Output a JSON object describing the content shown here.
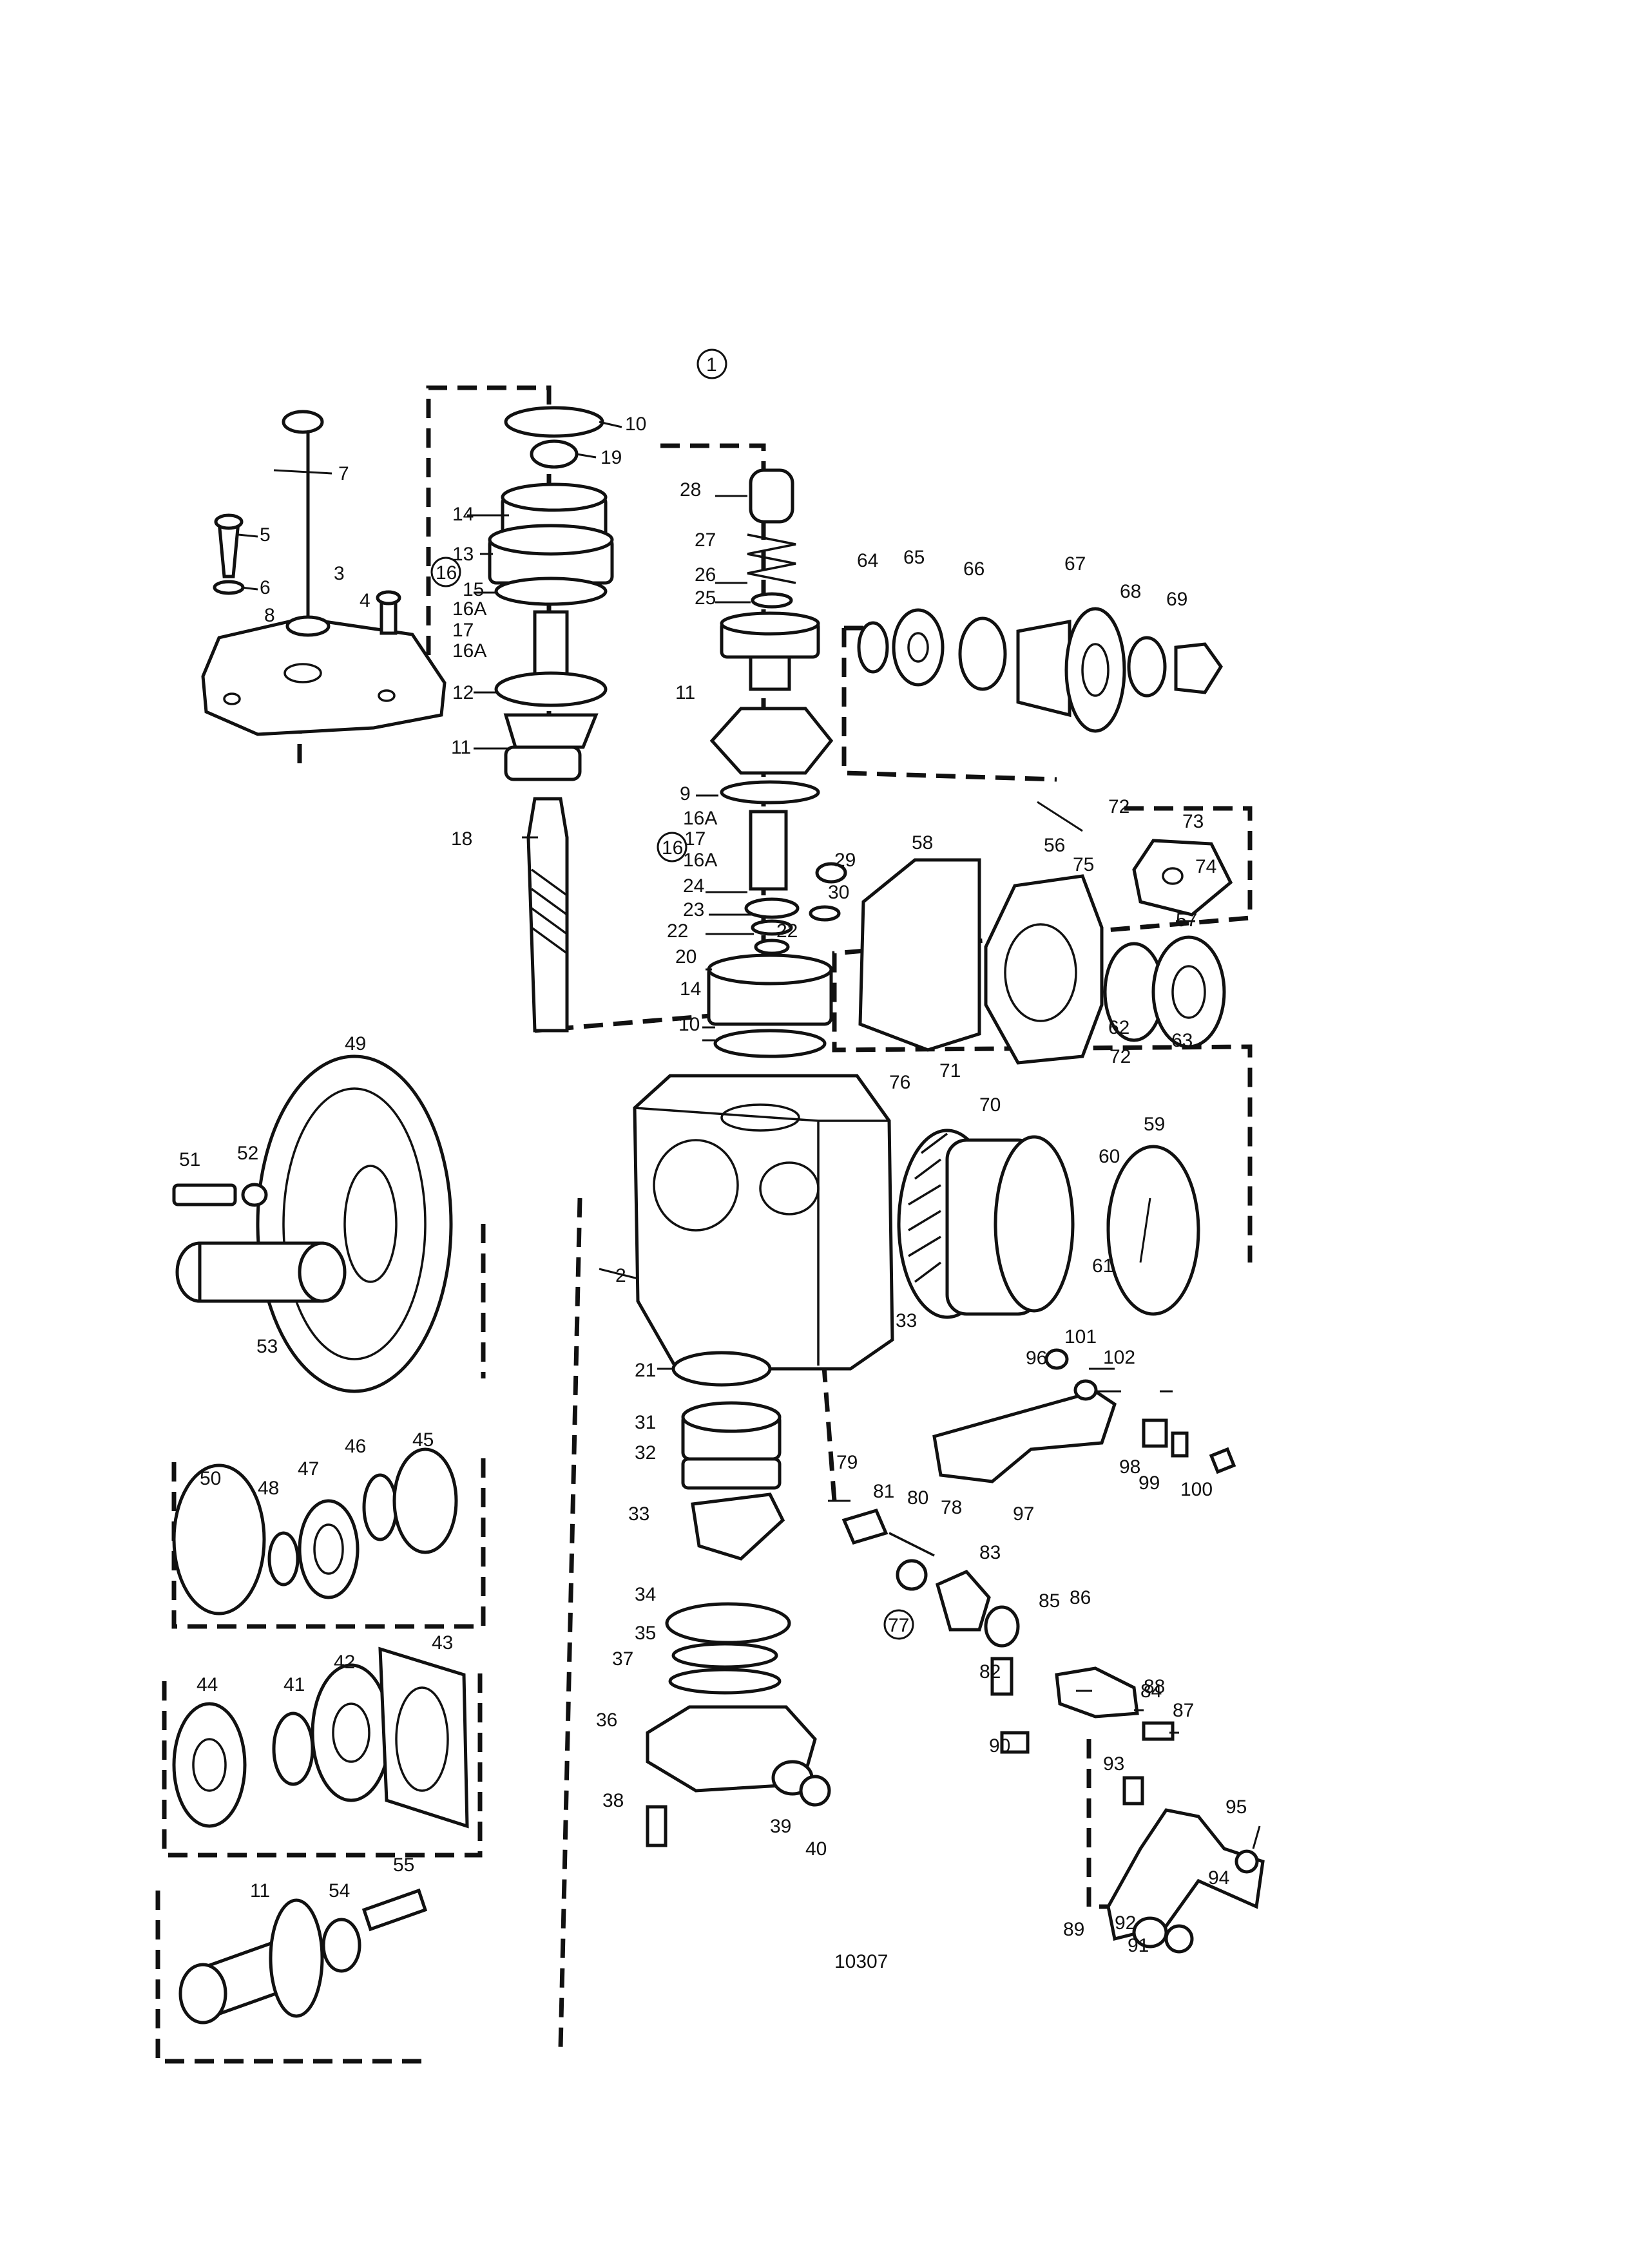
{
  "drawing": {
    "title_ref": "1",
    "drawing_number": "10307",
    "callouts": [
      "1",
      "2",
      "3",
      "4",
      "5",
      "6",
      "7",
      "8",
      "9",
      "10",
      "10",
      "11",
      "11",
      "11",
      "12",
      "13",
      "14",
      "14",
      "15",
      "16",
      "16",
      "16A",
      "16A",
      "16A",
      "16A",
      "17",
      "17",
      "18",
      "19",
      "20",
      "21",
      "22",
      "22",
      "23",
      "24",
      "25",
      "26",
      "27",
      "28",
      "29",
      "30",
      "31",
      "32",
      "33",
      "33",
      "34",
      "35",
      "36",
      "37",
      "38",
      "39",
      "40",
      "41",
      "42",
      "43",
      "44",
      "45",
      "46",
      "47",
      "48",
      "49",
      "50",
      "51",
      "52",
      "53",
      "54",
      "55",
      "56",
      "57",
      "58",
      "59",
      "60",
      "61",
      "62",
      "63",
      "64",
      "65",
      "66",
      "67",
      "68",
      "69",
      "70",
      "71",
      "72",
      "72",
      "73",
      "74",
      "75",
      "76",
      "77",
      "78",
      "79",
      "80",
      "81",
      "82",
      "83",
      "84",
      "85",
      "86",
      "87",
      "88",
      "89",
      "90",
      "91",
      "92",
      "93",
      "94",
      "95",
      "96",
      "97",
      "98",
      "99",
      "100",
      "101",
      "102"
    ]
  }
}
